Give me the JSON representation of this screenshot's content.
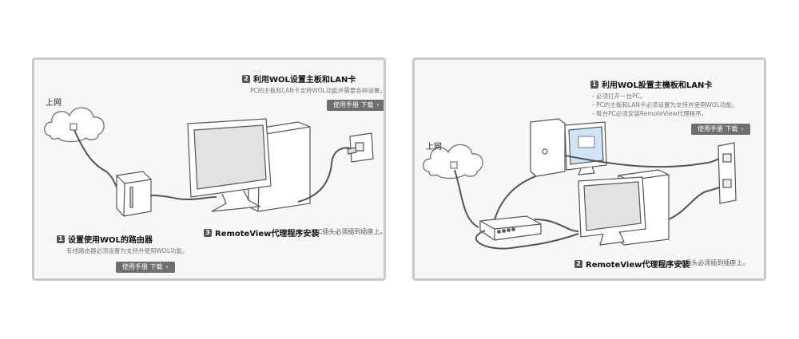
{
  "left": {
    "internet_label": "上网",
    "step1": {
      "num": "1",
      "title": "设置使用WOL的路由器",
      "desc": "有线路由器必须设置为支持并使用WOL功能。",
      "button": "使用手册 下载"
    },
    "step2": {
      "num": "2",
      "title": "利用WOL设置主板和LAN卡",
      "desc": "PC的主板和LAN卡支持WOL功能并需要各种设置。",
      "button": "使用手册 下载"
    },
    "step3": {
      "num": "3",
      "title": "RemoteView代理程序安装",
      "note": "PC插头必须插到插座上。"
    }
  },
  "right": {
    "internet_label": "上网",
    "step1": {
      "num": "1",
      "title": "利用WOL設置主機板和LAN卡",
      "items": [
        "- 必须打开一台PC。",
        "- PC的主板和LAN卡必须设置为支持并使用WOL功能。",
        "- 每台PC必须安装RemoteView代理程序。"
      ],
      "button": "使用手册 下载"
    },
    "step2": {
      "num": "2",
      "title": "RemoteView代理程序安装",
      "note": "PC插头必须插到插座上。"
    }
  },
  "icons": {
    "button_chevron": "›"
  }
}
